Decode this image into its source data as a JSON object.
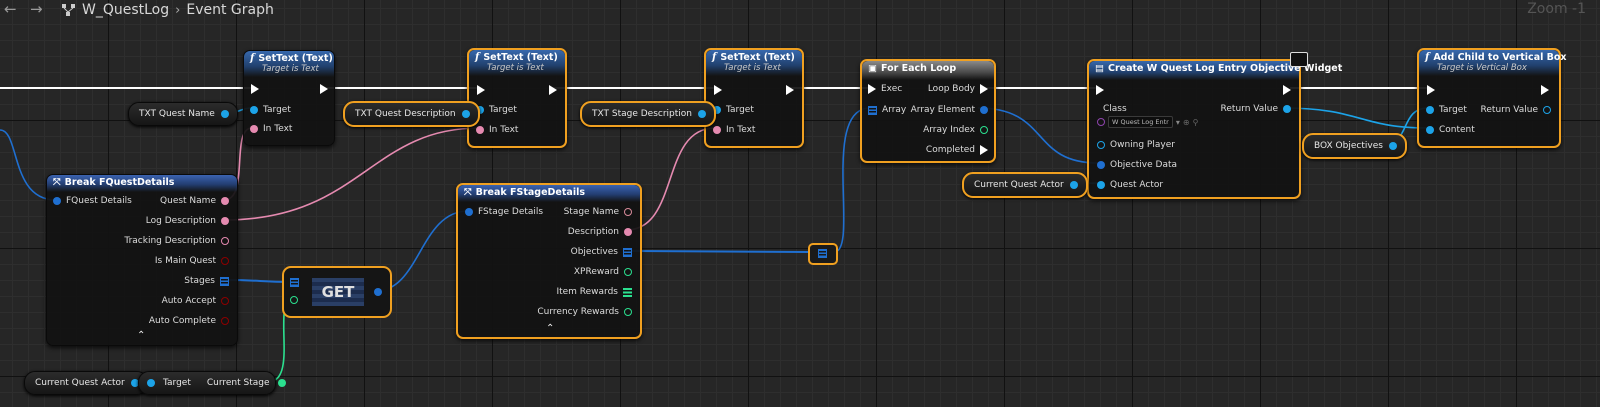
{
  "topbar": {
    "back": "←",
    "forward": "→",
    "crumbs": [
      "W_QuestLog",
      "Event Graph"
    ],
    "separator": "›",
    "zoom": "Zoom -1"
  },
  "colors": {
    "exec": "#ffffff",
    "object": "#1ca3e8",
    "text": "#e58ab0",
    "string": "#e64a9a",
    "name": "#d88a9a",
    "bool": "#8c0000",
    "int": "#2be08f",
    "struct": "#1f6fd0",
    "selection": "#f0a020"
  },
  "nodes": {
    "settext1": {
      "title": "SetText (Text)",
      "subtitle": "Target is Text",
      "pins": [
        "Target",
        "In Text"
      ]
    },
    "settext2": {
      "title": "SetText (Text)",
      "subtitle": "Target is Text",
      "pins": [
        "Target",
        "In Text"
      ]
    },
    "settext3": {
      "title": "SetText (Text)",
      "subtitle": "Target is Text",
      "pins": [
        "Target",
        "In Text"
      ]
    },
    "foreach": {
      "title": "For Each Loop",
      "inputs": [
        "Exec",
        "Array"
      ],
      "outputs": [
        "Loop Body",
        "Array Element",
        "Array Index",
        "Completed"
      ]
    },
    "create": {
      "title": "Create W Quest Log Entry Objective Widget",
      "inputs": [
        "Class",
        "Owning Player",
        "Objective Data",
        "Quest Actor"
      ],
      "class_value": "W Quest Log Entr",
      "outputs": [
        "Return Value"
      ]
    },
    "addchild": {
      "title": "Add Child to Vertical Box",
      "subtitle": "Target is Vertical Box",
      "inputs": [
        "Target",
        "Content"
      ],
      "outputs": [
        "Return Value"
      ]
    },
    "breakquest": {
      "title": "Break FQuestDetails",
      "input": "FQuest Details",
      "outputs": [
        "Quest Name",
        "Log Description",
        "Tracking Description",
        "Is Main Quest",
        "Stages",
        "Auto Accept",
        "Auto Complete"
      ]
    },
    "breakstage": {
      "title": "Break FStageDetails",
      "input": "FStage Details",
      "outputs": [
        "Stage Name",
        "Description",
        "Objectives",
        "XPReward",
        "Item Rewards",
        "Currency Rewards"
      ]
    },
    "get": {
      "label": "GET"
    },
    "getstage": {
      "inputs": [
        "Target"
      ],
      "outputs": [
        "Current Stage"
      ]
    }
  },
  "variables": {
    "txt_quest_name": "TXT Quest Name",
    "txt_quest_description": "TXT Quest Description",
    "txt_stage_description": "TXT Stage Description",
    "current_quest_actor_1": "Current Quest Actor",
    "current_quest_actor_2": "Current Quest Actor",
    "box_objectives": "BOX Objectives"
  }
}
